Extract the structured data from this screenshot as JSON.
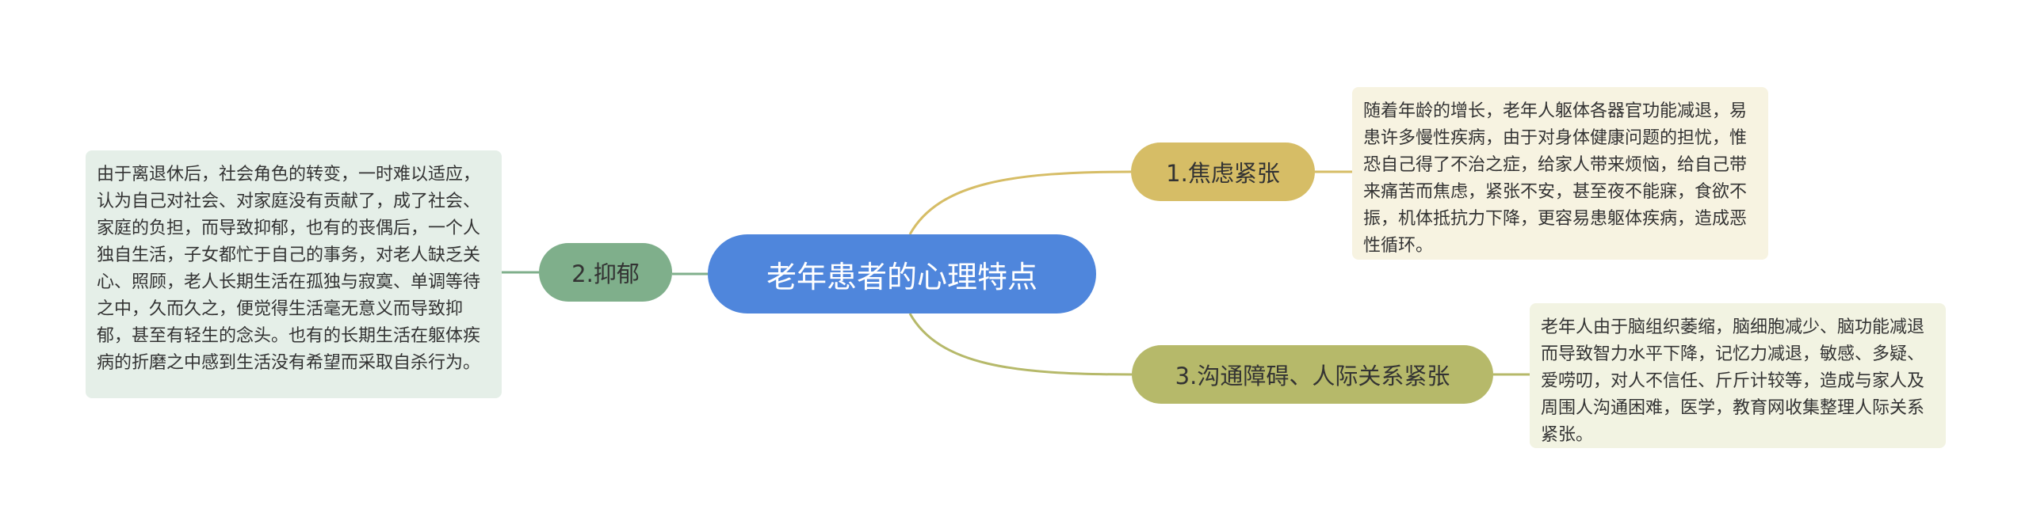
{
  "mindmap": {
    "root": {
      "label": "老年患者的心理特点"
    },
    "branches": [
      {
        "label": "1.焦虑紧张",
        "detail": "随着年龄的增长，老年人躯体各器官功能减退，易患许多慢性疾病，由于对身体健康问题的担忧，惟恐自己得了不治之症，给家人带来烦恼，给自己带来痛苦而焦虑，紧张不安，甚至夜不能寐，食欲不振，机体抵抗力下降，更容易患躯体疾病，造成恶性循环。"
      },
      {
        "label": "2.抑郁",
        "detail": "由于离退休后，社会角色的转变，一时难以适应，认为自己对社会、对家庭没有贡献了，成了社会、家庭的负担，而导致抑郁，也有的丧偶后，一个人独自生活，子女都忙于自己的事务，对老人缺乏关心、照顾，老人长期生活在孤独与寂寞、单调等待之中，久而久之，便觉得生活毫无意义而导致抑郁，甚至有轻生的念头。也有的长期生活在躯体疾病的折磨之中感到生活没有希望而采取自杀行为。"
      },
      {
        "label": "3.沟通障碍、人际关系紧张",
        "detail": "老年人由于脑组织萎缩，脑细胞减少、脑功能减退而导致智力水平下降，记忆力减退，敏感、多疑、爱唠叨，对人不信任、斤斤计较等，造成与家人及周围人沟通困难，医学，教育网收集整理人际关系紧张。"
      }
    ],
    "colors": {
      "root": "#4f86dc",
      "branch_1": "#d6bd66",
      "branch_2": "#7faf8b",
      "branch_3": "#b6b96a",
      "detail_1": "#f7f3e1",
      "detail_2": "#e5efe8",
      "detail_3": "#f2f3e2"
    }
  }
}
